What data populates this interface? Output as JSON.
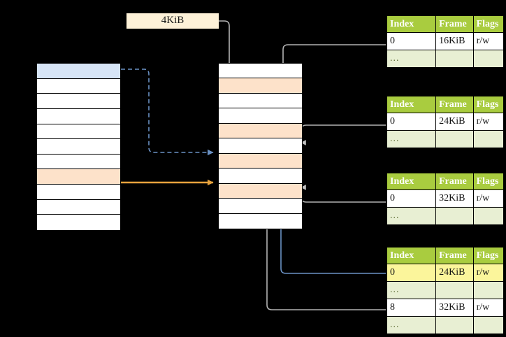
{
  "diagram": {
    "title": "page-table-walk",
    "colors": {
      "header_green": "#a9cc3f",
      "ellipsis_row": "#e8efd3",
      "highlight_blue": "#d7e5f7",
      "highlight_peach": "#fde2ca",
      "highlight_yellow": "#fbf59b",
      "label_box": "#fdf1d8",
      "wire_gray": "#b3b3b3",
      "wire_blue": "#6a91c4",
      "wire_orange": "#e8a33d",
      "background": "#000000"
    }
  },
  "page_size_label": {
    "text": "4KiB"
  },
  "virtual_address_table": {
    "name": "left-cell-stack",
    "row_count": 11,
    "rows": [
      {
        "index": 0,
        "highlight": "blue",
        "text": ""
      },
      {
        "index": 1,
        "highlight": "none",
        "text": ""
      },
      {
        "index": 2,
        "highlight": "none",
        "text": ""
      },
      {
        "index": 3,
        "highlight": "none",
        "text": ""
      },
      {
        "index": 4,
        "highlight": "none",
        "text": ""
      },
      {
        "index": 5,
        "highlight": "none",
        "text": ""
      },
      {
        "index": 6,
        "highlight": "none",
        "text": ""
      },
      {
        "index": 7,
        "highlight": "peach",
        "text": ""
      },
      {
        "index": 8,
        "highlight": "none",
        "text": ""
      },
      {
        "index": 9,
        "highlight": "none",
        "text": ""
      },
      {
        "index": 10,
        "highlight": "none",
        "text": ""
      }
    ]
  },
  "page_directory_table": {
    "name": "middle-cell-stack",
    "row_count": 11,
    "rows": [
      {
        "index": 0,
        "highlight": "none",
        "text": ""
      },
      {
        "index": 1,
        "highlight": "peach",
        "text": ""
      },
      {
        "index": 2,
        "highlight": "none",
        "text": ""
      },
      {
        "index": 3,
        "highlight": "none",
        "text": ""
      },
      {
        "index": 4,
        "highlight": "peach",
        "text": ""
      },
      {
        "index": 5,
        "highlight": "none",
        "text": ""
      },
      {
        "index": 6,
        "highlight": "peach",
        "text": ""
      },
      {
        "index": 7,
        "highlight": "none",
        "text": ""
      },
      {
        "index": 8,
        "highlight": "peach",
        "text": ""
      },
      {
        "index": 9,
        "highlight": "none",
        "text": ""
      },
      {
        "index": 10,
        "highlight": "none",
        "text": ""
      }
    ]
  },
  "page_tables": [
    {
      "id": "page-table-1",
      "headers": [
        "Index",
        "Frame",
        "Flags"
      ],
      "rows": [
        {
          "type": "data",
          "index": "0",
          "frame": "16KiB",
          "flags": "r/w",
          "highlight": "none"
        },
        {
          "type": "ellipsis",
          "index": "...",
          "frame": "",
          "flags": "",
          "highlight": "none"
        }
      ]
    },
    {
      "id": "page-table-2",
      "headers": [
        "Index",
        "Frame",
        "Flags"
      ],
      "rows": [
        {
          "type": "data",
          "index": "0",
          "frame": "24KiB",
          "flags": "r/w",
          "highlight": "none"
        },
        {
          "type": "ellipsis",
          "index": "...",
          "frame": "",
          "flags": "",
          "highlight": "none"
        }
      ]
    },
    {
      "id": "page-table-3",
      "headers": [
        "Index",
        "Frame",
        "Flags"
      ],
      "rows": [
        {
          "type": "data",
          "index": "0",
          "frame": "32KiB",
          "flags": "r/w",
          "highlight": "none"
        },
        {
          "type": "ellipsis",
          "index": "...",
          "frame": "",
          "flags": "",
          "highlight": "none"
        }
      ]
    },
    {
      "id": "page-table-4",
      "headers": [
        "Index",
        "Frame",
        "Flags"
      ],
      "rows": [
        {
          "type": "data",
          "index": "0",
          "frame": "24KiB",
          "flags": "r/w",
          "highlight": "yellow"
        },
        {
          "type": "ellipsis",
          "index": "...",
          "frame": "",
          "flags": "",
          "highlight": "none"
        },
        {
          "type": "data",
          "index": "8",
          "frame": "32KiB",
          "flags": "r/w",
          "highlight": "none"
        },
        {
          "type": "ellipsis",
          "index": "...",
          "frame": "",
          "flags": "",
          "highlight": "none"
        }
      ]
    }
  ]
}
